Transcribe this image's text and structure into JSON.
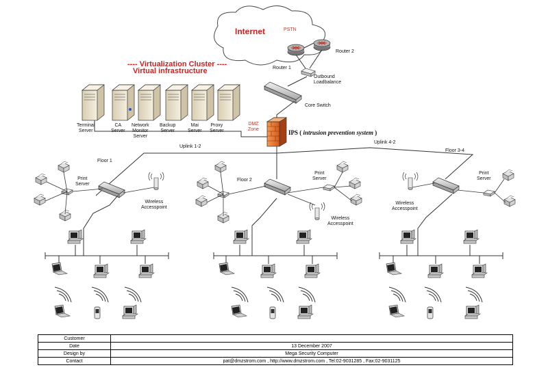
{
  "title": "---- Virtualization Cluster ----",
  "subtitle": "Virtual infrastructure",
  "internet": "Internet",
  "pstn": "PSTN",
  "router1": "Router 1",
  "router2": "Router 2",
  "loadbalance": "Outbound\nLoadbalance",
  "core_switch": "Core Switch",
  "dmz": "DMZ\nZone",
  "ips_short": "IPS",
  "ips_paren_open": "(",
  "ips_long": "intrusion prevention system",
  "ips_paren_close": ")",
  "uplink_left": "Uplink 1-2",
  "uplink_right": "Uplink 4-2",
  "servers": [
    "Terminal\nServer",
    "CA\nServer",
    "Network\nMonitor\nServer",
    "Backup\nServer",
    "Mai\nServer",
    "Proxy\nServer"
  ],
  "floors": [
    "Floor 1",
    "Floor 2",
    "Floor 3-4"
  ],
  "print_server": "Print\nServer",
  "wireless_ap": "Wireless\nAccesspoint",
  "table": {
    "rows": [
      {
        "key": "Customer",
        "value": ""
      },
      {
        "key": "Date",
        "value": "13 December 2007"
      },
      {
        "key": "Design by",
        "value": "Mega Security Computer"
      },
      {
        "key": "Contact",
        "value": "pat@dmzstrom.com , http://www.dmzstrom.com  , Tel:02-9031285 , Fax:02-9031125"
      }
    ]
  },
  "colors": {
    "accent_red": "#d21f1f",
    "firewall": "#e8722a",
    "server_body": "#e6ddc4",
    "grey": "#9a9a9a"
  }
}
